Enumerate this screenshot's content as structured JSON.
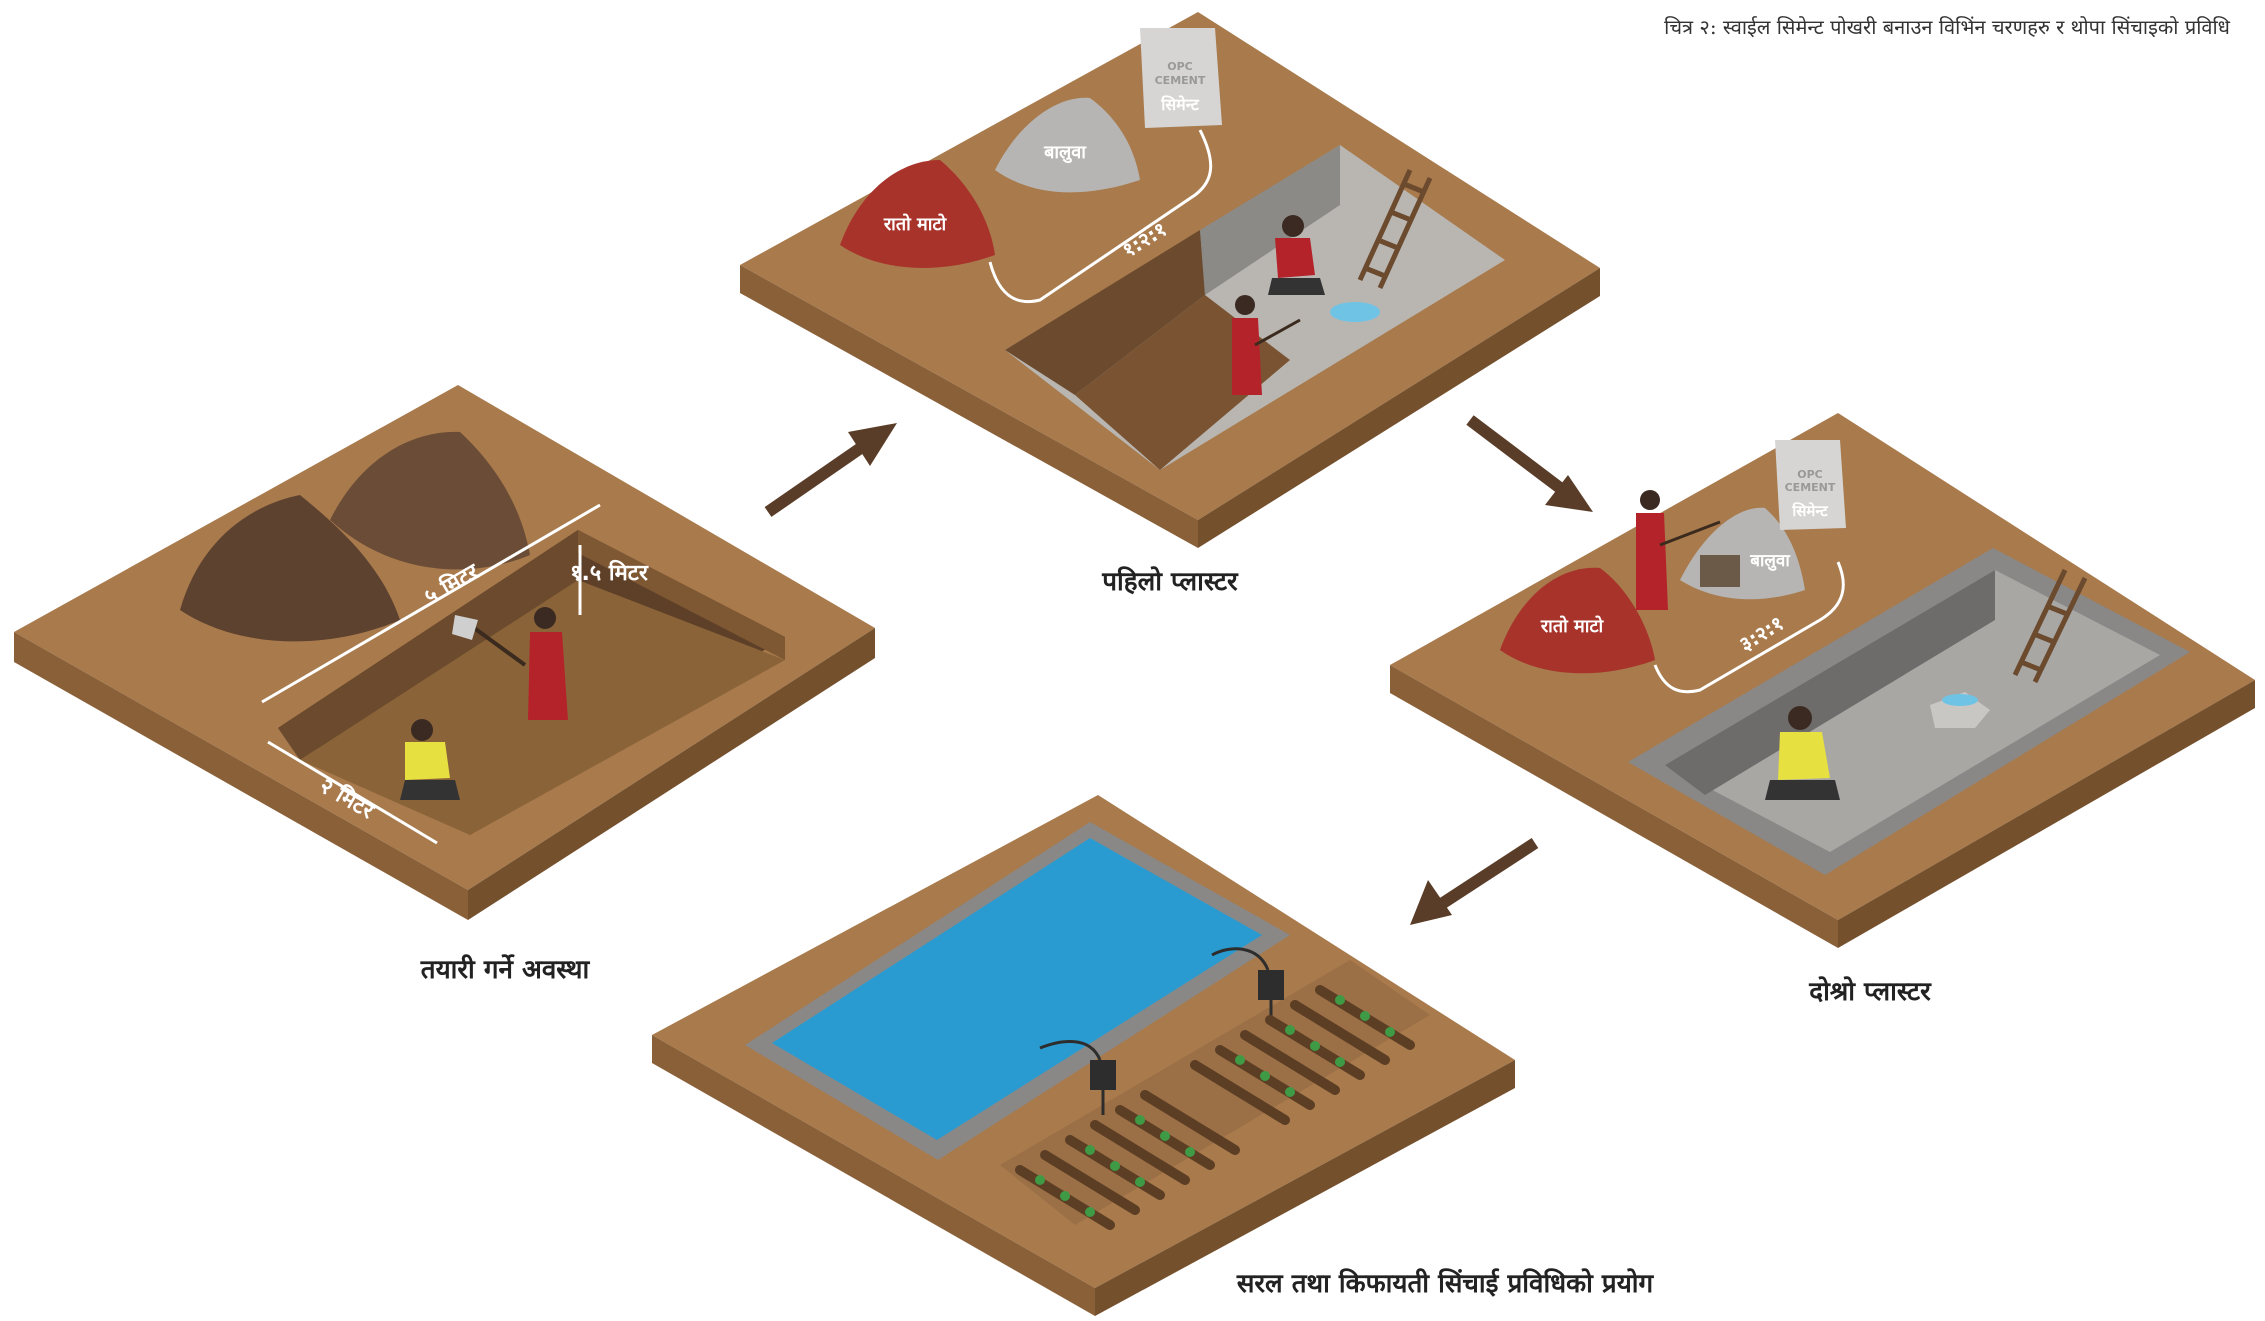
{
  "figure_caption": "चित्र २: स्वाईल सिमेन्ट पोखरी बनाउन विभिंन चरणहरु र थोपा सिंचाइको प्रविधि",
  "stages": {
    "preparation": {
      "caption": "तयारी गर्ने अवस्था",
      "length_label": "५ मिटर",
      "width_label": "२ मिटर",
      "depth_label": "१.५ मिटर"
    },
    "first_plaster": {
      "caption": "पहिलो प्लास्टर",
      "red_soil_label": "रातो माटो",
      "sand_label": "बालुवा",
      "cement_bag_top": "OPC",
      "cement_bag_mid": "CEMENT",
      "cement_bag_label": "सिमेन्ट",
      "ratio_label": "१:२:१"
    },
    "second_plaster": {
      "caption": "दोश्रो प्लास्टर",
      "red_soil_label": "रातो माटो",
      "sand_label": "बालुवा",
      "cement_bag_top": "OPC",
      "cement_bag_mid": "CEMENT",
      "cement_bag_label": "सिमेन्ट",
      "ratio_label": "३:२:१"
    },
    "irrigation": {
      "caption": "सरल तथा किफायती सिंचाई प्रविधिको प्रयोग"
    }
  },
  "colors": {
    "ground_top": "#a87a4c",
    "ground_side_left": "#8a6038",
    "ground_side_right": "#7a532f",
    "soil_dark": "#6b4a2e",
    "red_soil": "#a8332b",
    "cement_gray": "#9a9896",
    "water": "#2a9bd1",
    "arrow": "#5a3d28",
    "red_dress": "#b5232a",
    "yellow_shirt": "#e6e040"
  }
}
